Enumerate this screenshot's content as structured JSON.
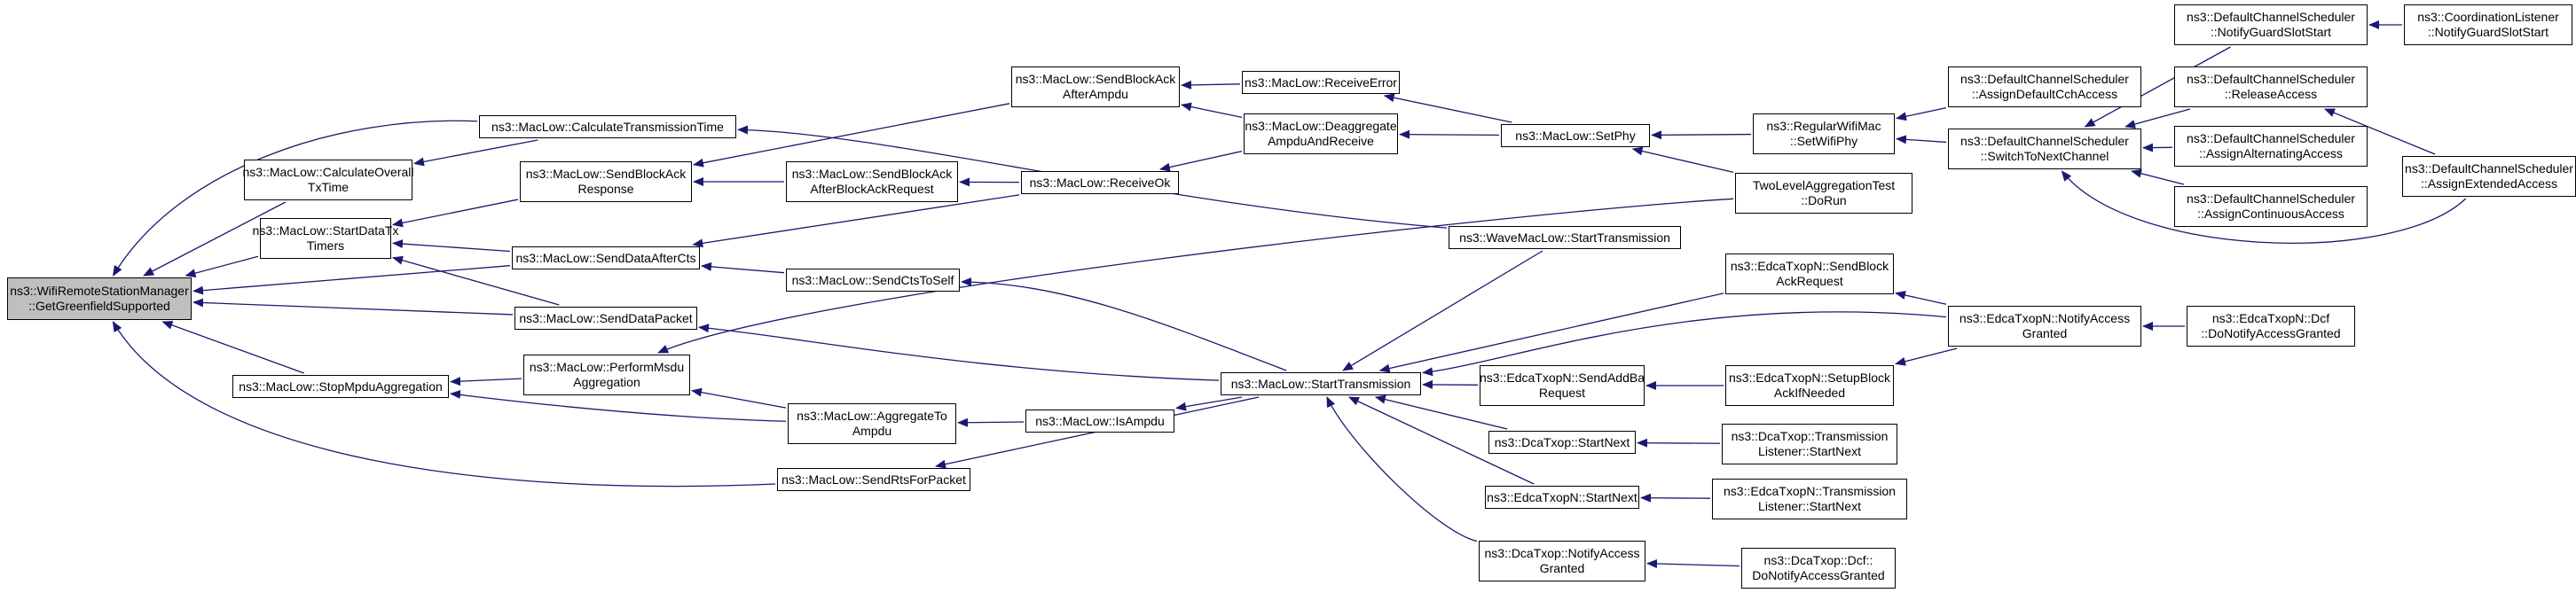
{
  "graph": {
    "root_id": "root",
    "border_color": "#000000",
    "root_fill": "#bfbfbf",
    "node_fill": "#ffffff",
    "edge_color": "#191970",
    "nodes": [
      {
        "id": "root",
        "lines": [
          "ns3::WifiRemoteStationManager",
          "::GetGreenfieldSupported"
        ]
      },
      {
        "id": "calcOverall",
        "lines": [
          "ns3::MacLow::CalculateOverall",
          "TxTime"
        ]
      },
      {
        "id": "startDataTx",
        "lines": [
          "ns3::MacLow::StartDataTx",
          "Timers"
        ]
      },
      {
        "id": "stopMpdu",
        "lines": [
          "ns3::MacLow::StopMpduAggregation"
        ]
      },
      {
        "id": "calcTx",
        "lines": [
          "ns3::MacLow::CalculateTransmissionTime"
        ]
      },
      {
        "id": "sendBlockAckResp",
        "lines": [
          "ns3::MacLow::SendBlockAck",
          "Response"
        ]
      },
      {
        "id": "sendDataAfterCts",
        "lines": [
          "ns3::MacLow::SendDataAfterCts"
        ]
      },
      {
        "id": "sendDataPacket",
        "lines": [
          "ns3::MacLow::SendDataPacket"
        ]
      },
      {
        "id": "performMsdu",
        "lines": [
          "ns3::MacLow::PerformMsdu",
          "Aggregation"
        ]
      },
      {
        "id": "sendBlockAckAfterAmpdu",
        "lines": [
          "ns3::MacLow::SendBlockAck",
          "AfterAmpdu"
        ]
      },
      {
        "id": "sendBlockAckAfterReq",
        "lines": [
          "ns3::MacLow::SendBlockAck",
          "AfterBlockAckRequest"
        ]
      },
      {
        "id": "sendCtsToSelf",
        "lines": [
          "ns3::MacLow::SendCtsToSelf"
        ]
      },
      {
        "id": "aggregateTo",
        "lines": [
          "ns3::MacLow::AggregateTo",
          "Ampdu"
        ]
      },
      {
        "id": "sendRts",
        "lines": [
          "ns3::MacLow::SendRtsForPacket"
        ]
      },
      {
        "id": "receiveOk",
        "lines": [
          "ns3::MacLow::ReceiveOk"
        ]
      },
      {
        "id": "isAmpdu",
        "lines": [
          "ns3::MacLow::IsAmpdu"
        ]
      },
      {
        "id": "receiveError",
        "lines": [
          "ns3::MacLow::ReceiveError"
        ]
      },
      {
        "id": "deaggregate",
        "lines": [
          "ns3::MacLow::Deaggregate",
          "AmpduAndReceive"
        ]
      },
      {
        "id": "startTransmission",
        "lines": [
          "ns3::MacLow::StartTransmission"
        ]
      },
      {
        "id": "setPhy",
        "lines": [
          "ns3::MacLow::SetPhy"
        ]
      },
      {
        "id": "waveStart",
        "lines": [
          "ns3::WaveMacLow::StartTransmission"
        ]
      },
      {
        "id": "edcaSendAddBa",
        "lines": [
          "ns3::EdcaTxopN::SendAddBa",
          "Request"
        ]
      },
      {
        "id": "dcaStartNext",
        "lines": [
          "ns3::DcaTxop::StartNext"
        ]
      },
      {
        "id": "edcaStartNext",
        "lines": [
          "ns3::EdcaTxopN::StartNext"
        ]
      },
      {
        "id": "dcaNotify",
        "lines": [
          "ns3::DcaTxop::NotifyAccess",
          "Granted"
        ]
      },
      {
        "id": "regSetWifiPhy",
        "lines": [
          "ns3::RegularWifiMac",
          "::SetWifiPhy"
        ]
      },
      {
        "id": "twoLevel",
        "lines": [
          "TwoLevelAggregationTest",
          "::DoRun"
        ]
      },
      {
        "id": "edcaSendBlockAckReq",
        "lines": [
          "ns3::EdcaTxopN::SendBlock",
          "AckRequest"
        ]
      },
      {
        "id": "edcaSetupBlockAck",
        "lines": [
          "ns3::EdcaTxopN::SetupBlock",
          "AckIfNeeded"
        ]
      },
      {
        "id": "dcaListenerStartNext",
        "lines": [
          "ns3::DcaTxop::Transmission",
          "Listener::StartNext"
        ]
      },
      {
        "id": "edcaListenerStartNext",
        "lines": [
          "ns3::EdcaTxopN::Transmission",
          "Listener::StartNext"
        ]
      },
      {
        "id": "dcaDcfNotify",
        "lines": [
          "ns3::DcaTxop::Dcf::",
          "DoNotifyAccessGranted"
        ]
      },
      {
        "id": "assignDefaultCch",
        "lines": [
          "ns3::DefaultChannelScheduler",
          "::AssignDefaultCchAccess"
        ]
      },
      {
        "id": "switchToNext",
        "lines": [
          "ns3::DefaultChannelScheduler",
          "::SwitchToNextChannel"
        ]
      },
      {
        "id": "edcaNotify",
        "lines": [
          "ns3::EdcaTxopN::NotifyAccess",
          "Granted"
        ]
      },
      {
        "id": "notifyGuard",
        "lines": [
          "ns3::DefaultChannelScheduler",
          "::NotifyGuardSlotStart"
        ]
      },
      {
        "id": "releaseAccess",
        "lines": [
          "ns3::DefaultChannelScheduler",
          "::ReleaseAccess"
        ]
      },
      {
        "id": "assignAlternating",
        "lines": [
          "ns3::DefaultChannelScheduler",
          "::AssignAlternatingAccess"
        ]
      },
      {
        "id": "assignContinuous",
        "lines": [
          "ns3::DefaultChannelScheduler",
          "::AssignContinuousAccess"
        ]
      },
      {
        "id": "edcaDcfNotify",
        "lines": [
          "ns3::EdcaTxopN::Dcf",
          "::DoNotifyAccessGranted"
        ]
      },
      {
        "id": "coordListener",
        "lines": [
          "ns3::CoordinationListener",
          "::NotifyGuardSlotStart"
        ]
      },
      {
        "id": "assignExtended",
        "lines": [
          "ns3::DefaultChannelScheduler",
          "::AssignExtendedAccess"
        ]
      }
    ],
    "edges": [
      [
        "calcOverall",
        "root"
      ],
      [
        "startDataTx",
        "root"
      ],
      [
        "sendDataAfterCts",
        "root"
      ],
      [
        "sendDataPacket",
        "root"
      ],
      [
        "stopMpdu",
        "root"
      ],
      [
        "calcTx",
        "root"
      ],
      [
        "sendRts",
        "root"
      ],
      [
        "calcTx",
        "calcOverall"
      ],
      [
        "sendBlockAckResp",
        "startDataTx"
      ],
      [
        "sendDataAfterCts",
        "startDataTx"
      ],
      [
        "sendDataPacket",
        "startDataTx"
      ],
      [
        "performMsdu",
        "stopMpdu"
      ],
      [
        "aggregateTo",
        "stopMpdu"
      ],
      [
        "waveStart",
        "calcTx"
      ],
      [
        "sendBlockAckAfterAmpdu",
        "sendBlockAckResp"
      ],
      [
        "sendBlockAckAfterReq",
        "sendBlockAckResp"
      ],
      [
        "receiveOk",
        "sendDataAfterCts"
      ],
      [
        "sendCtsToSelf",
        "sendDataAfterCts"
      ],
      [
        "startTransmission",
        "sendDataPacket"
      ],
      [
        "twoLevel",
        "performMsdu"
      ],
      [
        "aggregateTo",
        "performMsdu"
      ],
      [
        "receiveError",
        "sendBlockAckAfterAmpdu"
      ],
      [
        "deaggregate",
        "sendBlockAckAfterAmpdu"
      ],
      [
        "receiveOk",
        "sendBlockAckAfterReq"
      ],
      [
        "startTransmission",
        "sendCtsToSelf"
      ],
      [
        "isAmpdu",
        "aggregateTo"
      ],
      [
        "startTransmission",
        "sendRts"
      ],
      [
        "deaggregate",
        "receiveOk"
      ],
      [
        "startTransmission",
        "isAmpdu"
      ],
      [
        "setPhy",
        "receiveError"
      ],
      [
        "setPhy",
        "deaggregate"
      ],
      [
        "waveStart",
        "startTransmission"
      ],
      [
        "edcaSendBlockAckReq",
        "startTransmission"
      ],
      [
        "edcaNotify",
        "startTransmission"
      ],
      [
        "edcaSendAddBa",
        "startTransmission"
      ],
      [
        "dcaStartNext",
        "startTransmission"
      ],
      [
        "edcaStartNext",
        "startTransmission"
      ],
      [
        "dcaNotify",
        "startTransmission"
      ],
      [
        "regSetWifiPhy",
        "setPhy"
      ],
      [
        "twoLevel",
        "setPhy"
      ],
      [
        "edcaSetupBlockAck",
        "edcaSendAddBa"
      ],
      [
        "dcaListenerStartNext",
        "dcaStartNext"
      ],
      [
        "edcaListenerStartNext",
        "edcaStartNext"
      ],
      [
        "dcaDcfNotify",
        "dcaNotify"
      ],
      [
        "assignDefaultCch",
        "regSetWifiPhy"
      ],
      [
        "switchToNext",
        "regSetWifiPhy"
      ],
      [
        "edcaNotify",
        "edcaSendBlockAckReq"
      ],
      [
        "edcaNotify",
        "edcaSetupBlockAck"
      ],
      [
        "edcaDcfNotify",
        "edcaNotify"
      ],
      [
        "notifyGuard",
        "switchToNext"
      ],
      [
        "releaseAccess",
        "switchToNext"
      ],
      [
        "assignAlternating",
        "switchToNext"
      ],
      [
        "assignContinuous",
        "switchToNext"
      ],
      [
        "assignExtended",
        "switchToNext"
      ],
      [
        "coordListener",
        "notifyGuard"
      ],
      [
        "assignExtended",
        "releaseAccess"
      ]
    ]
  }
}
